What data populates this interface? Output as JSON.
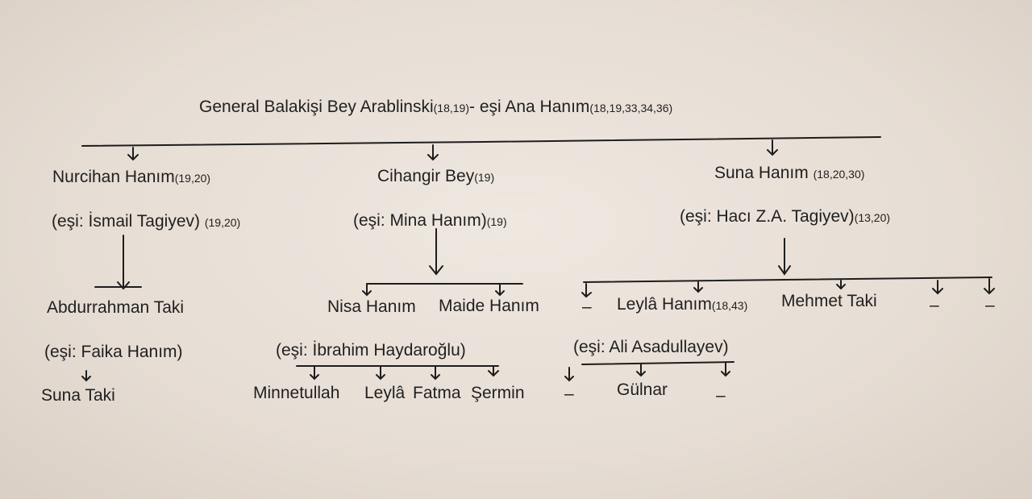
{
  "root": {
    "name": "General Balakişi Bey Arablinski",
    "refs": "(18,19)",
    "sep": "- eşi Ana Hanım",
    "spouse_refs": "(18,19,33,34,36)"
  },
  "children": [
    {
      "name": "Nurcihan Hanım",
      "refs": "(19,20)",
      "spouse": "(eşi: İsmail Tagiyev)",
      "spouse_refs": "(19,20)"
    },
    {
      "name": "Cihangir Bey",
      "refs": "(19)",
      "spouse": "(eşi: Mina Hanım)",
      "spouse_refs": "(19)"
    },
    {
      "name": "Suna Hanım",
      "refs": "(18,20,30)",
      "spouse": "(eşi: Hacı Z.A. Tagiyev)",
      "spouse_refs": "(13,20)"
    }
  ],
  "grandchildren": {
    "nurcihan": [
      {
        "name": "Abdurrahman Taki",
        "spouse": "(eşi: Faika Hanım)"
      }
    ],
    "cihangir": [
      {
        "name": "Nisa Hanım",
        "spouse": "(eşi: İbrahim Haydaroğlu)"
      },
      {
        "name": "Maide Hanım"
      }
    ],
    "suna": [
      {
        "name": "–"
      },
      {
        "name": "Leylâ Hanım",
        "refs": "(18,43)",
        "spouse": "(eşi: Ali Asadullayev)"
      },
      {
        "name": "Mehmet Taki"
      },
      {
        "name": "–"
      },
      {
        "name": "–"
      }
    ]
  },
  "great_grandchildren": {
    "abdurrahman": [
      "Suna Taki"
    ],
    "nisa": [
      "Minnetullah",
      "Leylâ",
      "Fatma",
      "Şermin"
    ],
    "leyla": [
      "–",
      "Gülnar",
      "–"
    ]
  }
}
